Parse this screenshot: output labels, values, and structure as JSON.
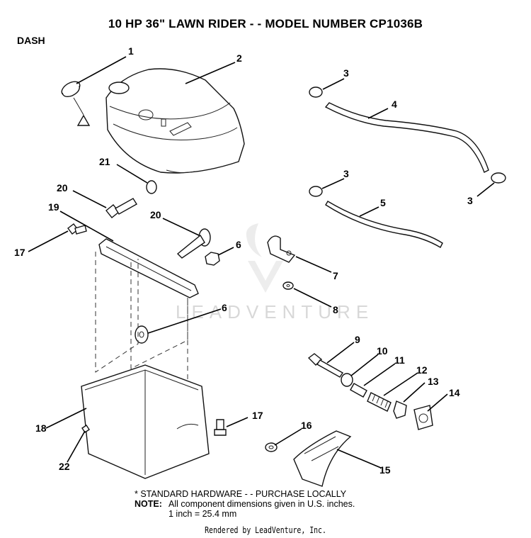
{
  "title": "10 HP 36\" LAWN RIDER - - MODEL NUMBER CP1036B",
  "section": "DASH",
  "watermark": "LEADVENTURE",
  "notes": {
    "standard_hardware": "* STANDARD HARDWARE - - PURCHASE LOCALLY",
    "note_label": "NOTE:",
    "note_line1": "All component dimensions given in U.S. inches.",
    "note_line2": "1 inch = 25.4 mm"
  },
  "rendered_by": "Rendered by LeadVenture, Inc.",
  "callouts": [
    "1",
    "2",
    "3",
    "4",
    "3",
    "3",
    "5",
    "21",
    "20",
    "19",
    "20",
    "6",
    "7",
    "17",
    "8",
    "6",
    "9",
    "10",
    "11",
    "12",
    "13",
    "14",
    "17",
    "16",
    "18",
    "15",
    "22"
  ]
}
